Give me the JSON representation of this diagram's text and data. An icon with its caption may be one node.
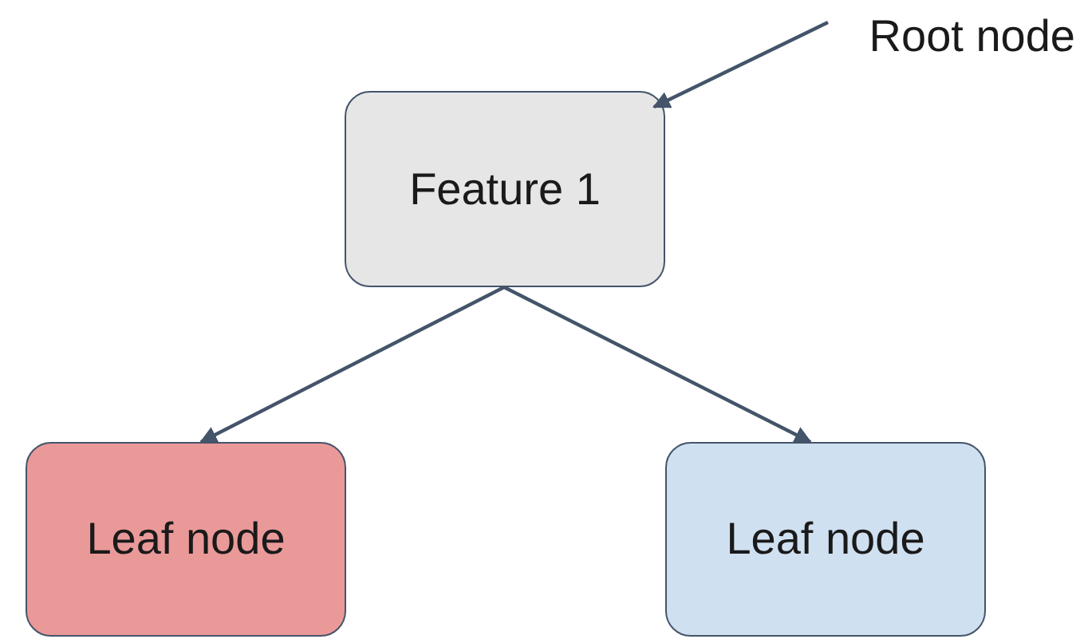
{
  "diagram": {
    "nodes": [
      {
        "text": [
          "Root node"
        ]
      },
      {
        "text": [
          "Feature 1"
        ]
      },
      {
        "text": [
          "Leaf node"
        ]
      },
      {
        "text": [
          "Leaf node"
        ]
      }
    ],
    "edges": [
      {
        "from": 0,
        "to": 1,
        "arrow": "to"
      },
      {
        "from": 1,
        "to": 2,
        "arrow": "to"
      },
      {
        "from": 1,
        "to": 3,
        "arrow": "to"
      }
    ]
  }
}
